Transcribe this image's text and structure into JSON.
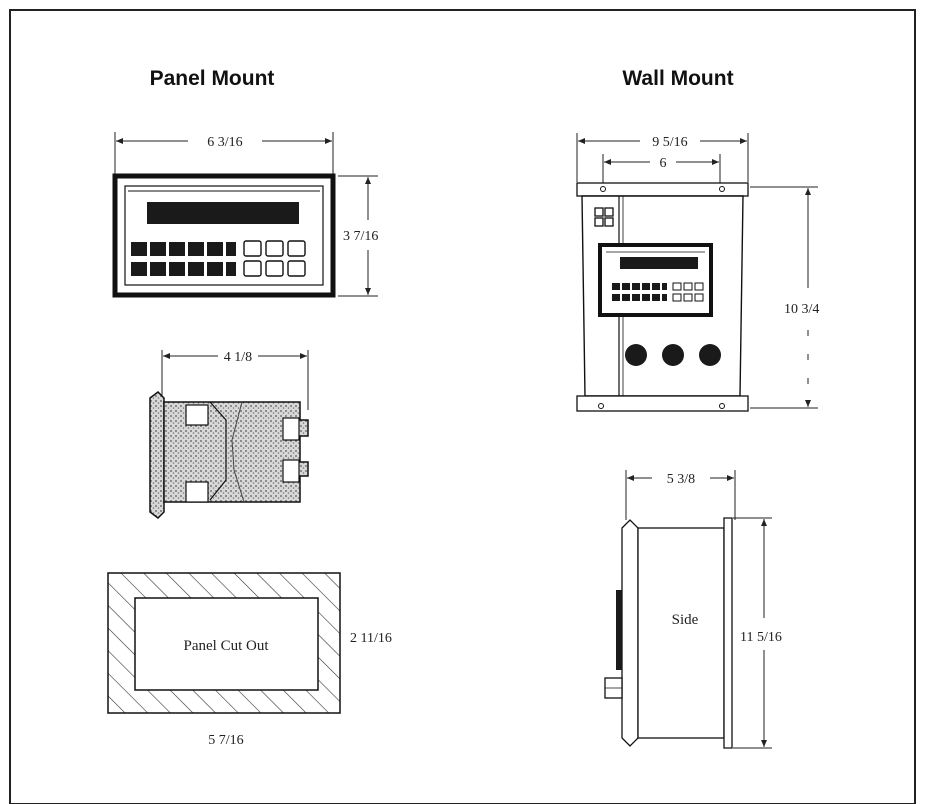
{
  "panel_mount": {
    "heading": "Panel Mount",
    "front_width": "6 3/16",
    "front_height": "3 7/16",
    "side_depth": "4 1/8",
    "cutout_label": "Panel Cut Out",
    "cutout_height": "2 11/16",
    "cutout_width": "5 7/16"
  },
  "wall_mount": {
    "heading": "Wall Mount",
    "overall_width": "9 5/16",
    "inner_width": "6",
    "height": "10 3/4",
    "side_depth": "5 3/8",
    "side_label": "Side",
    "side_height": "11 5/16"
  }
}
